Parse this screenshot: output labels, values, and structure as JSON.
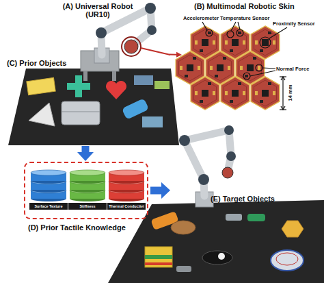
{
  "diagram": {
    "nodes": [
      {
        "text": [
          "(A) Universal Robot (UR10)",
          "(C) Prior Objects"
        ]
      },
      {
        "text": [
          "(B) Multimodal Robotic Skin"
        ]
      },
      {
        "text": [
          "(D) Prior Tactile Knowledge"
        ]
      },
      {
        "text": [
          "Surface Texture"
        ],
        "in": 2
      },
      {
        "text": [
          "Stiffness"
        ],
        "in": 2
      },
      {
        "text": [
          "Thermal Conductivi"
        ],
        "in": 2
      },
      {
        "text": [
          "(E) Target Objects"
        ]
      }
    ],
    "edges": [
      {
        "from": 0,
        "to": 1,
        "arrow": "to"
      },
      {
        "from": 0,
        "to": 2,
        "arrow": "to"
      },
      {
        "from": 2,
        "to": 6,
        "arrow": "to"
      }
    ],
    "labels": [
      "Accelerometer",
      "Temperature Sensor",
      "Proximity Sensor",
      "Normal Force",
      "14 mm"
    ]
  }
}
